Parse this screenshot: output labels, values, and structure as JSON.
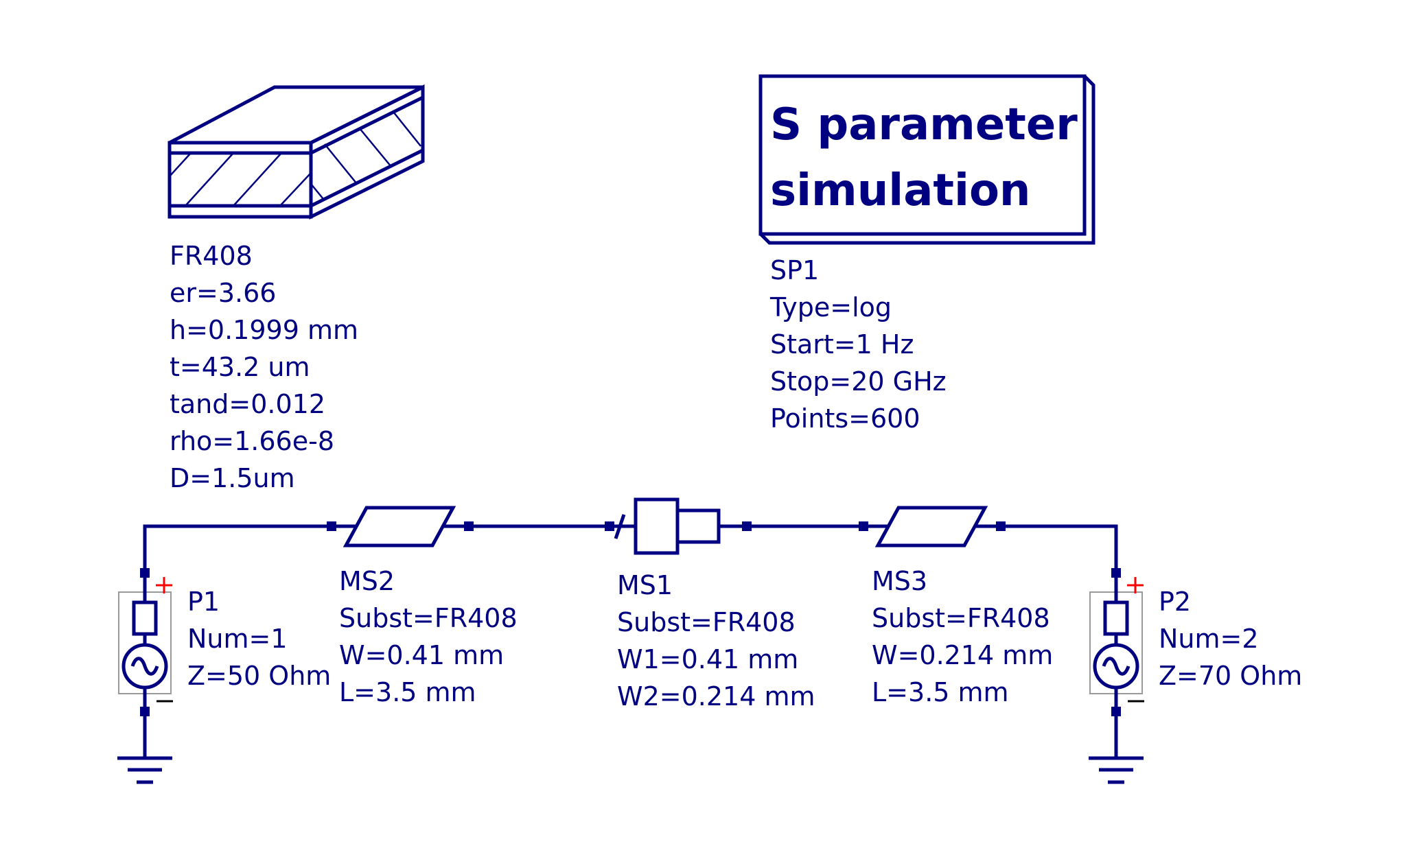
{
  "substrate": {
    "name": "FR408",
    "lines": [
      "er=3.66",
      "h=0.1999 mm",
      "t=43.2 um",
      "tand=0.012",
      "rho=1.66e-8",
      "D=1.5um"
    ]
  },
  "simulation": {
    "title_line1": "S parameter",
    "title_line2": "simulation",
    "name": "SP1",
    "lines": [
      "Type=log",
      "Start=1 Hz",
      "Stop=20 GHz",
      "Points=600"
    ]
  },
  "ports": [
    {
      "name": "P1",
      "lines": [
        "Num=1",
        "Z=50 Ohm"
      ]
    },
    {
      "name": "P2",
      "lines": [
        "Num=2",
        "Z=70 Ohm"
      ]
    }
  ],
  "lines": {
    "ms2": {
      "name": "MS2",
      "lines": [
        "Subst=FR408",
        "W=0.41 mm",
        "L=3.5 mm"
      ]
    },
    "ms1": {
      "name": "MS1",
      "lines": [
        "Subst=FR408",
        "W1=0.41 mm",
        "W2=0.214 mm"
      ]
    },
    "ms3": {
      "name": "MS3",
      "lines": [
        "Subst=FR408",
        "W=0.214 mm",
        "L=3.5 mm"
      ]
    }
  },
  "colors": {
    "wire": "#000080",
    "port_plus": "#ff0000"
  },
  "icons": [
    "substrate-icon",
    "sparameter-sim-icon",
    "microstrip-line-icon",
    "microstrip-step-icon",
    "power-source-icon",
    "ground-icon"
  ]
}
